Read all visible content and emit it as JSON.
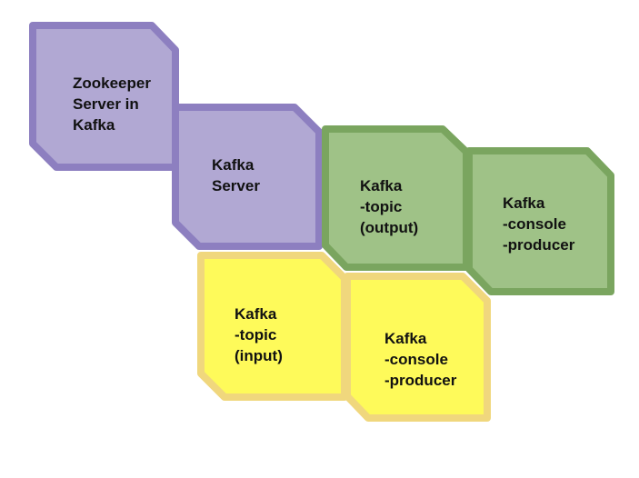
{
  "title": "Kafka components diagram",
  "colors": {
    "purple_fill": "#b1a8d3",
    "purple_stroke": "#8d7fc0",
    "green_fill": "#9fc287",
    "green_stroke": "#7aa55f",
    "yellow_fill": "#fefa5a",
    "yellow_stroke": "#f0d77d"
  },
  "blocks": [
    {
      "id": "zookeeper-server",
      "lines": [
        "Zookeeper",
        "Server in",
        "Kafka"
      ],
      "color": "purple"
    },
    {
      "id": "kafka-server",
      "lines": [
        "Kafka",
        "Server"
      ],
      "color": "purple"
    },
    {
      "id": "topic-output",
      "lines": [
        "Kafka",
        "-topic",
        "(output)"
      ],
      "color": "green"
    },
    {
      "id": "console-producer-green",
      "lines": [
        "Kafka",
        "-console",
        "-producer"
      ],
      "color": "green"
    },
    {
      "id": "topic-input",
      "lines": [
        "Kafka",
        "-topic",
        "(input)"
      ],
      "color": "yellow"
    },
    {
      "id": "console-producer-yellow",
      "lines": [
        "Kafka",
        "-console",
        "-producer"
      ],
      "color": "yellow"
    }
  ]
}
